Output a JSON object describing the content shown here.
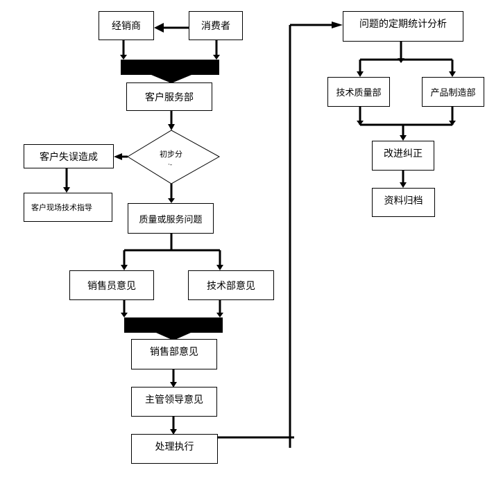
{
  "nodes": {
    "dealer": "经销商",
    "consumer": "消费者",
    "customer_service": "客户服务部",
    "preliminary": "初步分",
    "preliminary_tail": "·-",
    "customer_fault": "客户失误造成",
    "onsite_guidance": "客户现场技术指导",
    "quality_service": "质量或服务问题",
    "salesperson_opinion": "销售员意见",
    "tech_opinion": "技术部意见",
    "sales_dept_opinion": "销售部意见",
    "manager_opinion": "主管领导意见",
    "handling": "处理执行",
    "periodic_analysis": "问题的定期统计分析",
    "tech_quality": "技术质量部",
    "product_mfg": "产品制造部",
    "improve": "改进纠正",
    "archive": "资料归档"
  }
}
